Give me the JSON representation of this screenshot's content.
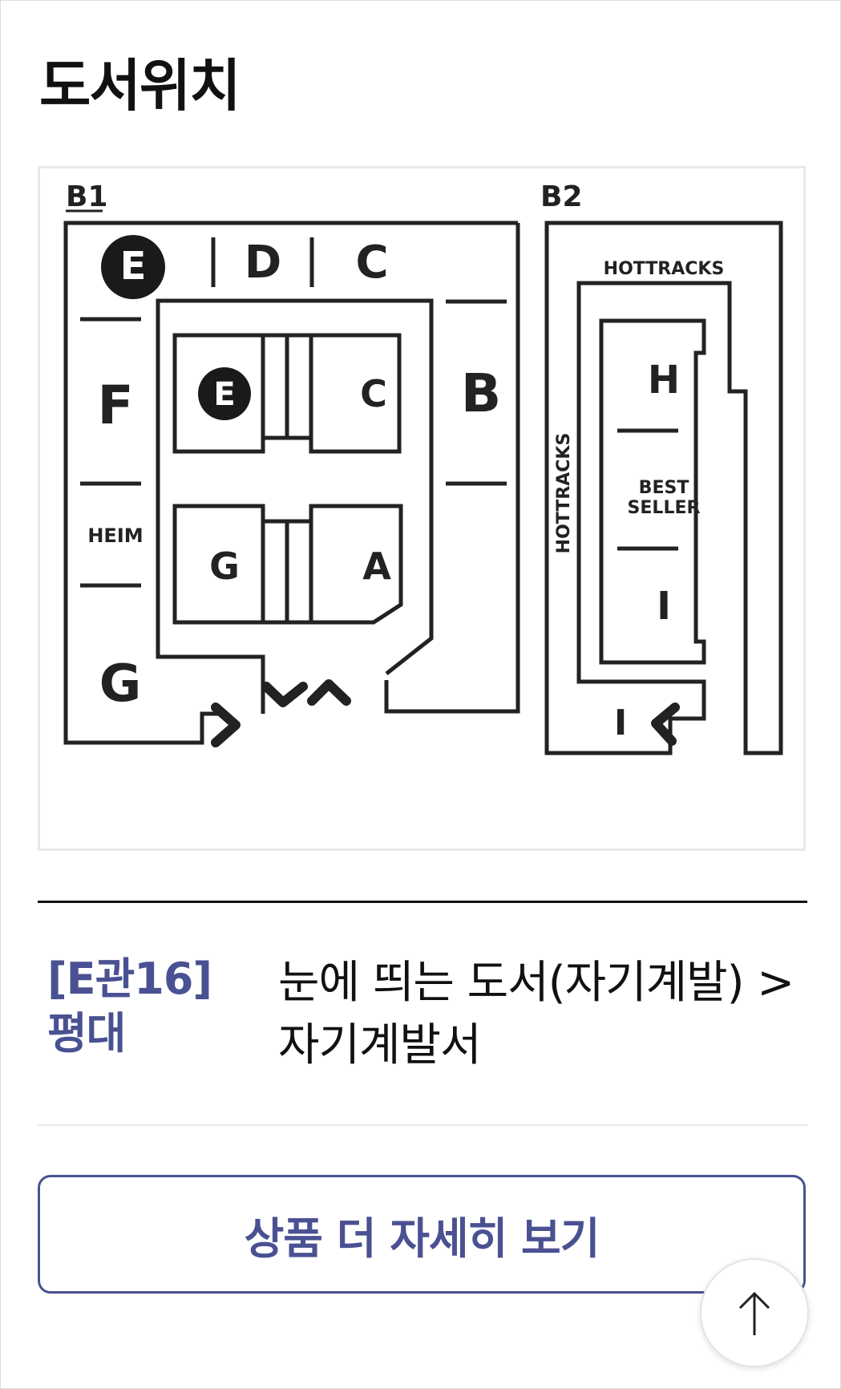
{
  "page": {
    "title": "도서위치"
  },
  "floor_map": {
    "floors": [
      "B1",
      "B2"
    ],
    "b1_zones": {
      "e_top": "E",
      "d": "D",
      "c_top": "C",
      "b": "B",
      "f": "F",
      "heim": "HEIM",
      "g_left": "G",
      "e_inner": "E",
      "c_inner": "C",
      "g_inner": "G",
      "a_inner": "A"
    },
    "b2_zones": {
      "hottracks_top": "HOTTRACKS",
      "hottracks_side": "HOTTRACKS",
      "h": "H",
      "best_line1": "BEST",
      "best_line2": "SELLER",
      "i_inner": "I",
      "i_bottom": "I"
    }
  },
  "location": {
    "code_line1": "[E관16]",
    "code_line2": "평대",
    "path_line1": "눈에 띄는 도서(자기계발) >",
    "path_line2": "자기계발서"
  },
  "more_button": {
    "label": "상품 더 자세히 보기"
  },
  "top_button": {
    "icon": "arrow-up-icon"
  }
}
